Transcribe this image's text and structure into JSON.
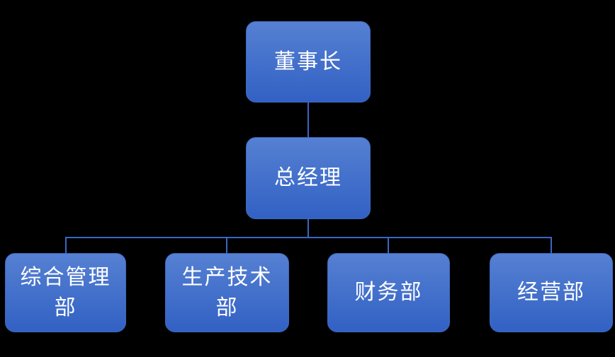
{
  "colors": {
    "background": "#000000",
    "box_top": "#5580d2",
    "box_bottom": "#3261c4",
    "box_border": "#3f69bd",
    "connector": "#3a66c4",
    "text": "#ffffff"
  },
  "org_chart": {
    "chairman": {
      "label": "董事长"
    },
    "general_manager": {
      "label": "总经理"
    },
    "departments": [
      {
        "label": "综合管理部",
        "lines": [
          "综合管理",
          "部"
        ]
      },
      {
        "label": "生产技术部",
        "lines": [
          "生产技术",
          "部"
        ]
      },
      {
        "label": "财务部",
        "lines": [
          "财务部"
        ]
      },
      {
        "label": "经营部",
        "lines": [
          "经营部"
        ]
      }
    ]
  }
}
